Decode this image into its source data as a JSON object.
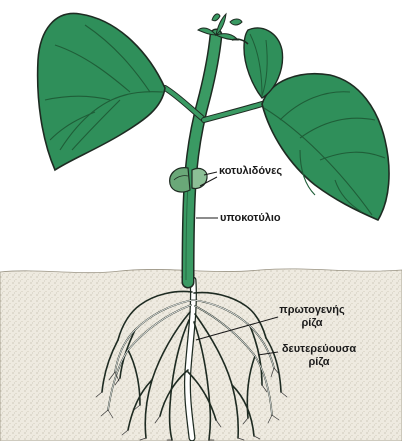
{
  "labels": {
    "cotyledons": "κοτυλιδόνες",
    "hypocotyl": "υποκοτύλιο",
    "primary_root_line1": "πρωτογενής",
    "primary_root_line2": "ρίζα",
    "secondary_root_line1": "δευτερεύουσα",
    "secondary_root_line2": "ρίζα"
  },
  "colors": {
    "leaf": "#2f8f5a",
    "leaf_dark": "#1f6b40",
    "stem": "#3a9a63",
    "soil": "#eeeae0",
    "root": "#ffffff",
    "outline": "#1e2b22"
  }
}
